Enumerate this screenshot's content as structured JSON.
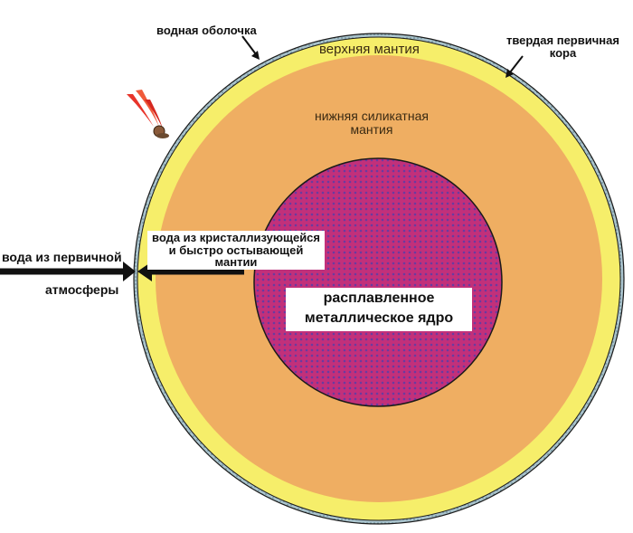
{
  "labels": {
    "water_shell": "водная оболочка",
    "upper_mantle": "верхняя мантия",
    "primary_crust_line1": "твердая первичная",
    "primary_crust_line2": "кора",
    "lower_mantle_line1": "нижняя силикатная",
    "lower_mantle_line2": "мантия",
    "water_from_mantle_line1": "вода из кристаллизующейся",
    "water_from_mantle_line2": "и быстро остывающей",
    "water_from_mantle_line3": "мантии",
    "atmosphere_water_line1": "вода из первичной",
    "atmosphere_water_line2": "атмосферы",
    "core_line1": "расплавленное",
    "core_line2": "металлическое ядро"
  },
  "colors": {
    "lower_mantle": "#efae62",
    "upper_mantle": "#f6ee6a",
    "water_shell": "#a9c3cc",
    "core_base": "#c2307a",
    "core_dots": "#6a3aa0",
    "outline": "#1a1a1a"
  },
  "icons": {
    "meteorite": "meteorite-icon"
  }
}
